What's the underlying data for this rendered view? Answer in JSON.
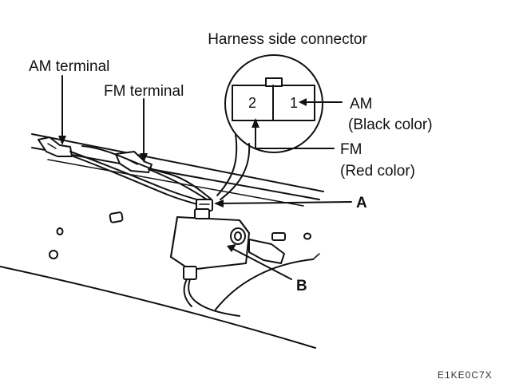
{
  "labels": {
    "callout_title": "Harness side connector",
    "am_terminal": "AM terminal",
    "fm_terminal": "FM terminal",
    "am": "AM",
    "am_color": "(Black color)",
    "fm": "FM",
    "fm_color": "(Red color)",
    "part_a": "A",
    "part_b": "B",
    "figure_code": "E1KE0C7X"
  },
  "connector": {
    "pins": [
      "2",
      "1"
    ]
  }
}
